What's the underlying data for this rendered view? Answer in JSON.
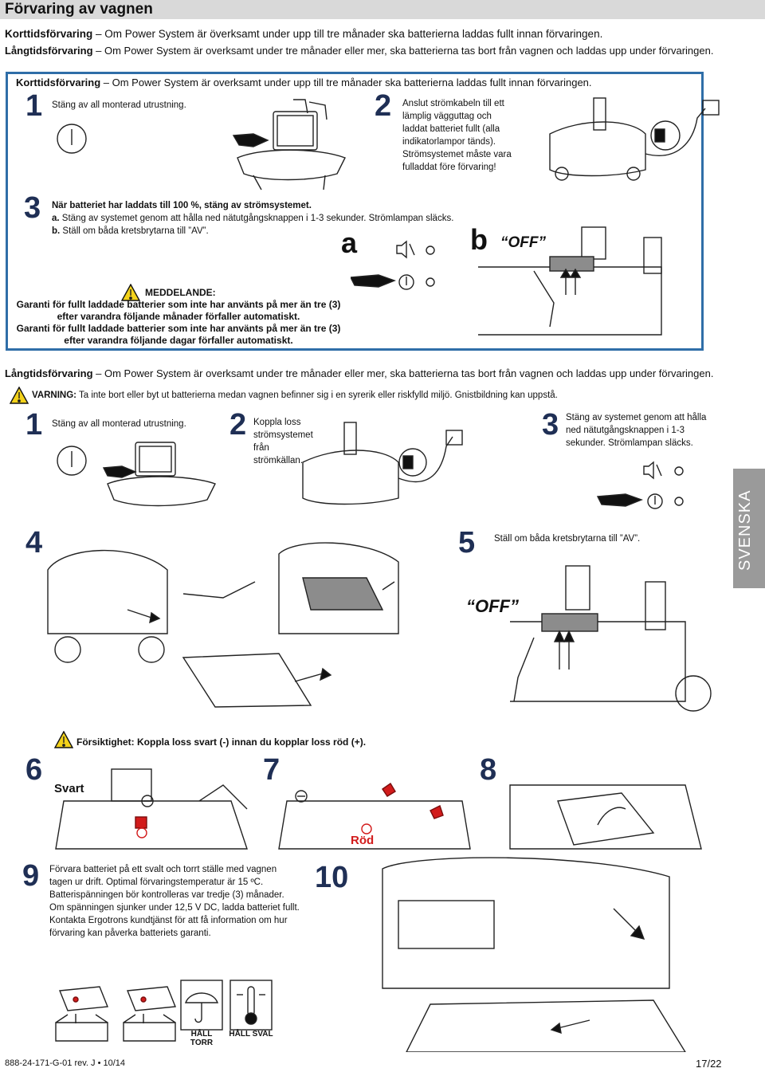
{
  "header": {
    "title": "Förvaring av vagnen"
  },
  "intro": {
    "short_label": "Korttidsförvaring",
    "short_text": " – Om Power System är överksamt under upp till tre månader ska batterierna laddas fullt innan förvaringen.",
    "long_label": "Långtidsförvaring",
    "long_text": " – Om Power System är overksamt under tre månader eller mer, ska batterierna tas bort från vagnen och laddas upp under förvaringen."
  },
  "short_section": {
    "label": "Korttidsförvaring",
    "text": " – Om Power System är overksamt under upp till tre månader ska batterierna laddas fullt innan förvaringen.",
    "step1_num": "1",
    "step1_text": "Stäng av all monterad utrustning.",
    "step2_num": "2",
    "step2_lines": [
      "Anslut strömkabeln till ett",
      "lämplig vägguttag och",
      "laddat batteriet fullt (alla",
      "indikatorlampor tänds).",
      "Strömsystemet måste vara",
      "fulladdat före förvaring!"
    ],
    "step3_num": "3",
    "step3_title": "När batteriet har laddats till 100 %, stäng av strömsystemet.",
    "step3_a_label": "a.",
    "step3_a_text": " Stäng av systemet genom att hålla ned nätutgångsknappen i 1-3 sekunder. Strömlampan släcks.",
    "step3_b_label": "b.",
    "step3_b_text": " Ställ om båda kretsbrytarna till ”AV”.",
    "letter_a": "a",
    "letter_b": "b",
    "off_label": "“OFF”",
    "notice_title": "MEDDELANDE:",
    "notice_lines": [
      "Garanti för fullt laddade batterier som inte har använts på mer än tre (3)",
      "efter varandra följande månader förfaller automatiskt.",
      "Garanti för fullt laddade batterier som inte har använts på mer än tre (3)",
      "efter varandra följande dagar förfaller automatiskt."
    ]
  },
  "long_section": {
    "label": "Långtidsförvaring",
    "text": " – Om Power System är overksamt under tre månader eller mer, ska batterierna tas bort från vagnen och laddas upp under förvaringen.",
    "warning_label": "VARNING:",
    "warning_text": " Ta inte bort eller byt ut batterierna medan vagnen befinner sig i en syrerik eller riskfylld miljö. Gnistbildning kan uppstå.",
    "step1_num": "1",
    "step1_text": "Stäng av all monterad utrustning.",
    "step2_num": "2",
    "step2_lines": [
      "Koppla loss",
      "strömsystemet",
      "från",
      "strömkällan."
    ],
    "step3_num": "3",
    "step3_lines": [
      "Stäng av systemet genom att hålla",
      "ned nätutgångsknappen i 1-3",
      "sekunder. Strömlampan släcks."
    ],
    "step4_num": "4",
    "step5_num": "5",
    "step5_text": "Ställ om båda kretsbrytarna till ”AV”.",
    "off_label": "“OFF”",
    "caution_text": "Försiktighet: Koppla loss svart (-) innan du kopplar loss röd (+).",
    "step6_num": "6",
    "step7_num": "7",
    "step8_num": "8",
    "svart": "Svart",
    "rod": "Röd",
    "step9_num": "9",
    "step9_lines": [
      "Förvara batteriet på ett svalt och torrt ställe med vagnen",
      "tagen ur drift. Optimal förvaringstemperatur är 15 ºC.",
      "Batterispänningen bör kontrolleras var tredje (3) månader.",
      "Om spänningen sjunker under 12,5 V DC, ladda batteriet fullt.",
      "Kontakta Ergotrons kundtjänst för att få information om hur",
      "förvaring kan påverka batteriets garanti."
    ],
    "step10_num": "10",
    "hall_torr": "HÅLL TORR",
    "hall_sval": "HÅLL SVAL"
  },
  "side_tab": "SVENSKA",
  "footer": {
    "doc_id": "888-24-171-G-01 rev. J • 10/14",
    "page": "17/22"
  }
}
